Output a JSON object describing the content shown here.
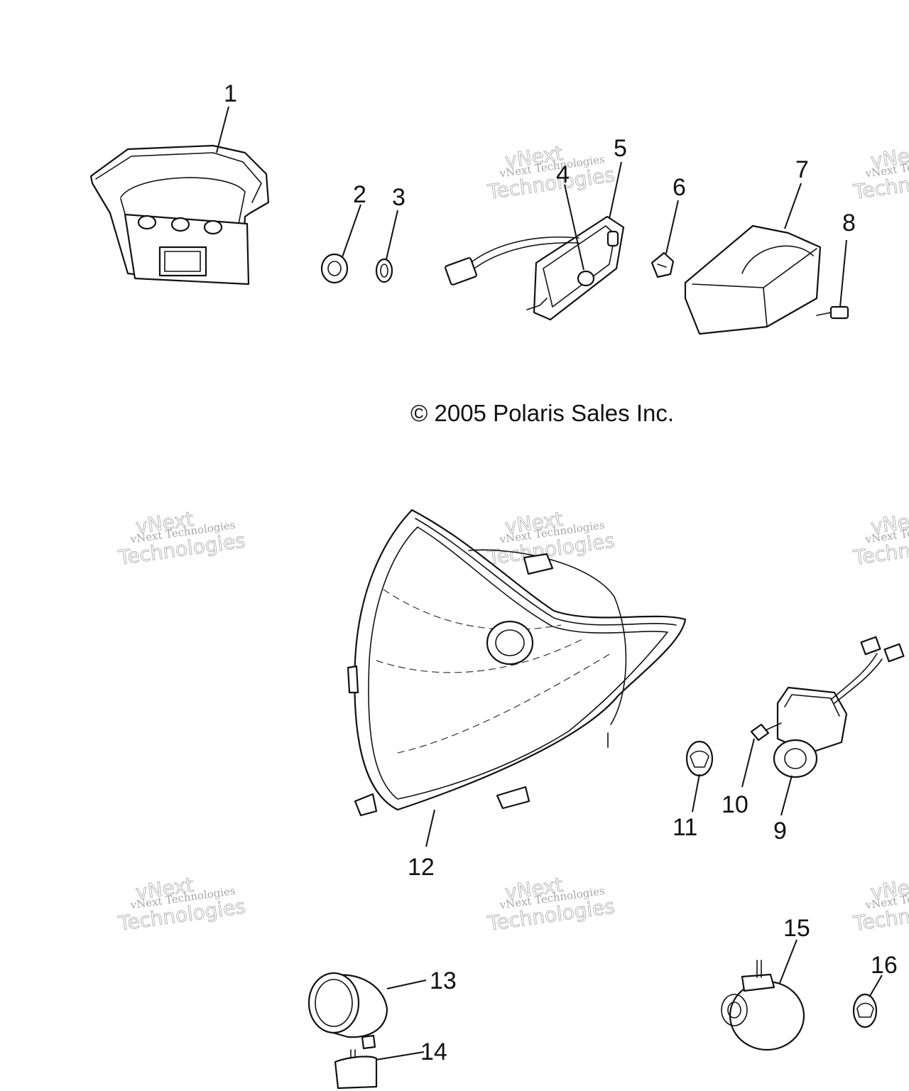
{
  "copyright": "© 2005 Polaris Sales Inc.",
  "watermark": {
    "line1": "vNext",
    "line2": "vNext Technologies",
    "line3": "Technologies"
  },
  "callouts": [
    "1",
    "2",
    "3",
    "4",
    "5",
    "6",
    "7",
    "8",
    "9",
    "10",
    "11",
    "12",
    "13",
    "14",
    "15",
    "16"
  ],
  "colors": {
    "line": "#111111",
    "watermark": "#8a8a8a",
    "background": "#ffffff"
  }
}
